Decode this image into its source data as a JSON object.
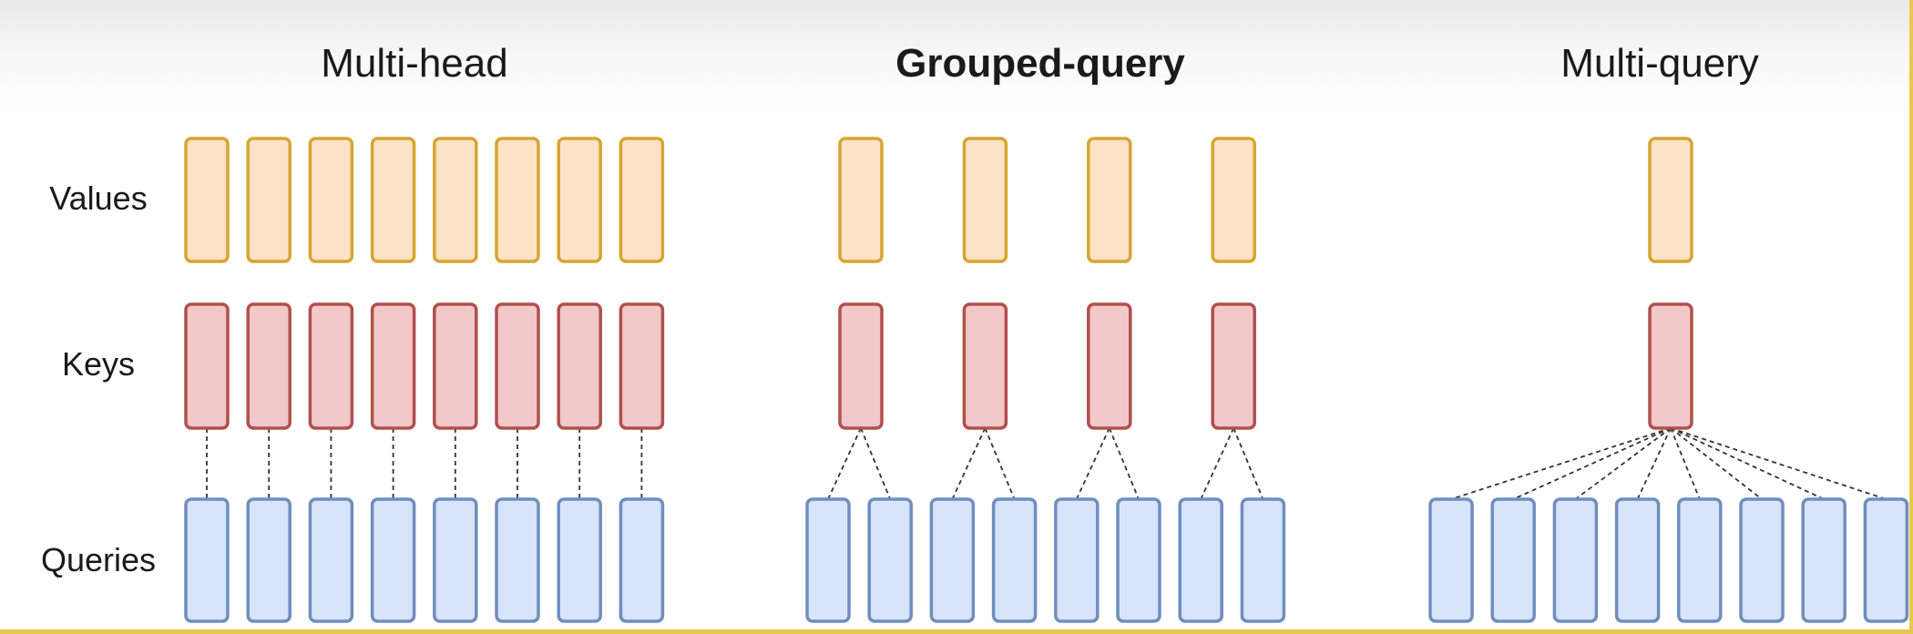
{
  "titles": {
    "multi_head": "Multi-head",
    "grouped_query": "Grouped-query",
    "multi_query": "Multi-query"
  },
  "row_labels": {
    "values": "Values",
    "keys": "Keys",
    "queries": "Queries"
  },
  "colors": {
    "value_fill": "#fce3c7",
    "value_stroke": "#d7a532",
    "key_fill": "#f2c8c8",
    "key_stroke": "#b0504d",
    "query_fill": "#d7e4f9",
    "query_stroke": "#6f8ebf",
    "connector": "#333333"
  },
  "groups": {
    "multi_head": {
      "queries": 8,
      "keys": 8,
      "values": 8
    },
    "grouped_query": {
      "queries": 8,
      "keys": 4,
      "values": 4
    },
    "multi_query": {
      "queries": 8,
      "keys": 1,
      "values": 1
    }
  }
}
